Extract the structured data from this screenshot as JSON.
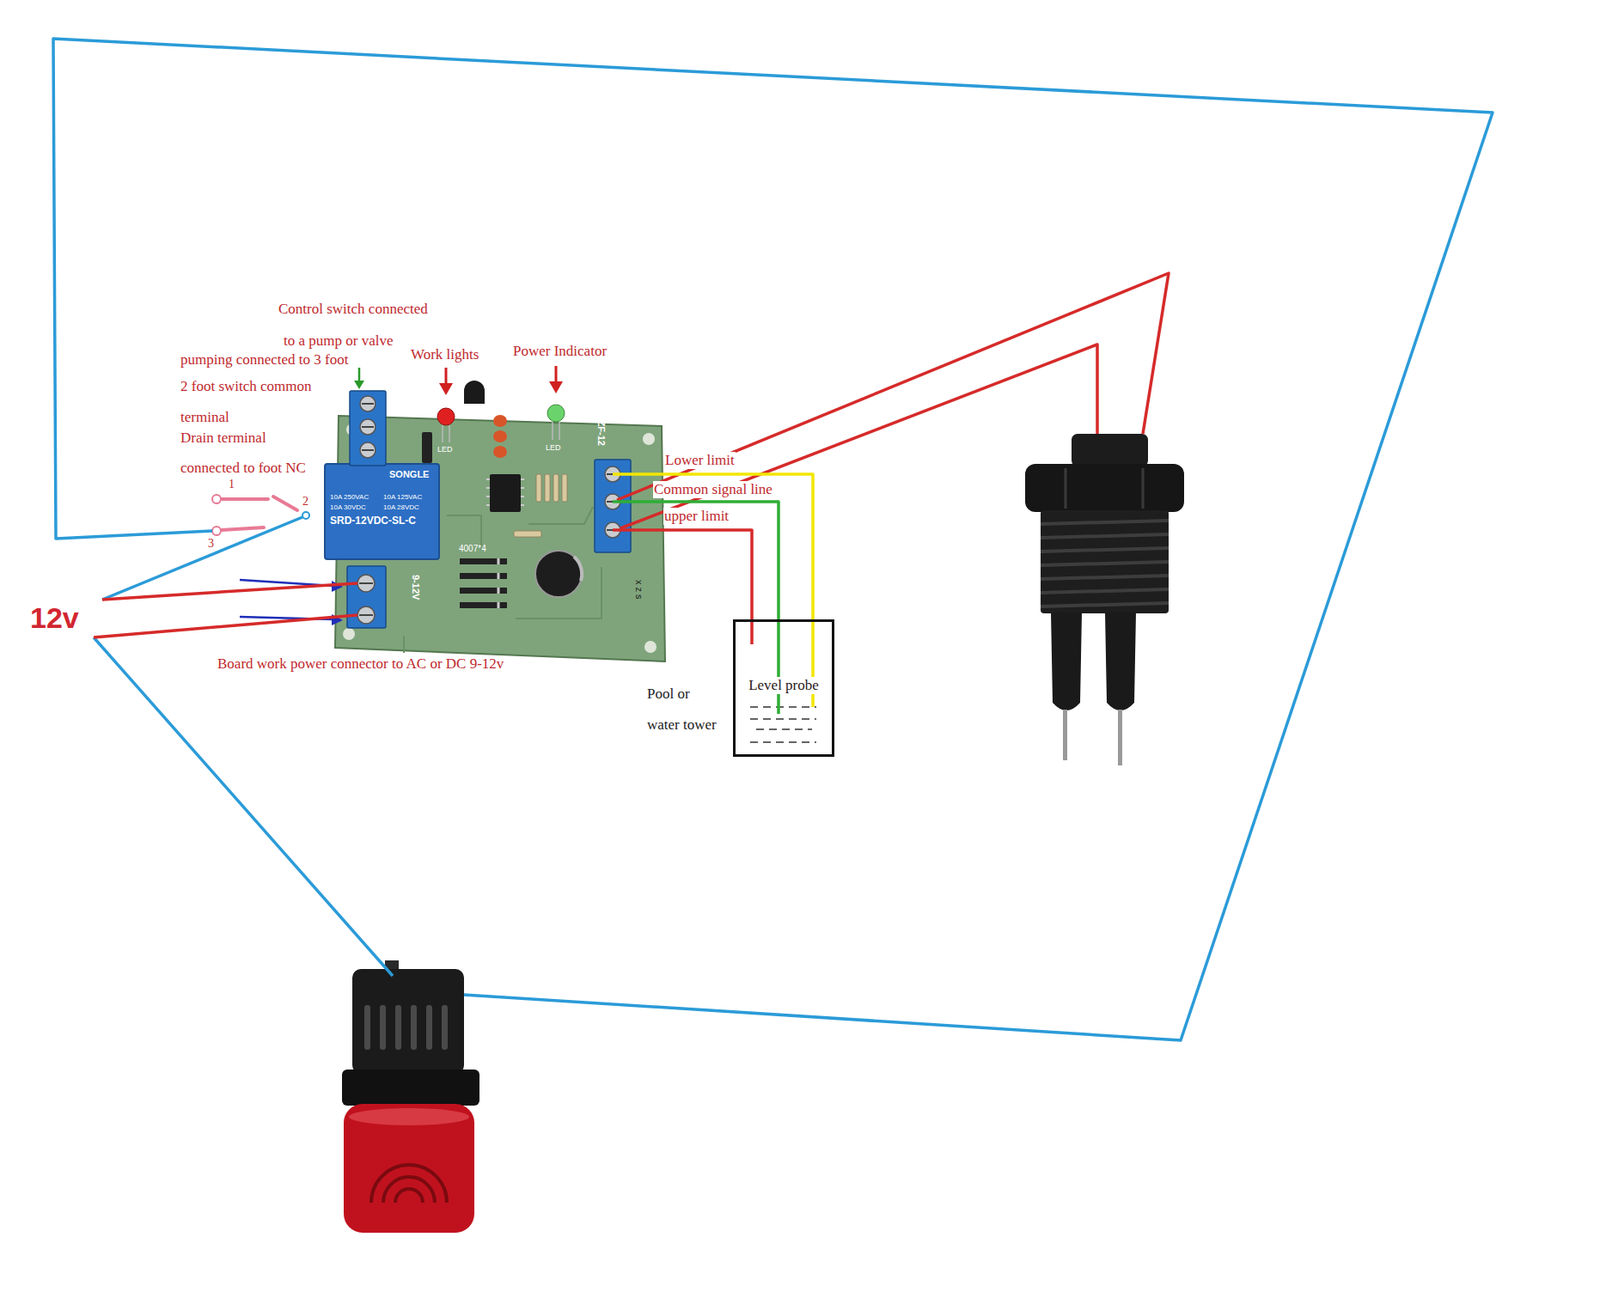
{
  "diagram": {
    "nodes": [
      {
        "text": [
          "Level probe"
        ]
      }
    ],
    "labels": [
      "Control switch connected",
      "to a pump or valve",
      "pumping connected to 3 foot",
      "2 foot switch common",
      "terminal",
      "Drain terminal",
      "connected to foot NC",
      "Work lights",
      "Power Indicator",
      "1",
      "2",
      "3",
      "12v",
      "Board work power connector to AC or DC 9-12v",
      "Lower limit",
      "Common signal line",
      "upper limit",
      "Pool or",
      "water tower",
      "SONGLE",
      "10A 250VAC",
      "10A 125VAC",
      "10A 30VDC",
      "10A 28VDC",
      "SRD-12VDC-SL-C",
      "GZF-12",
      "9-12V",
      "4007*4",
      "LED",
      "LED",
      "x z s"
    ]
  }
}
